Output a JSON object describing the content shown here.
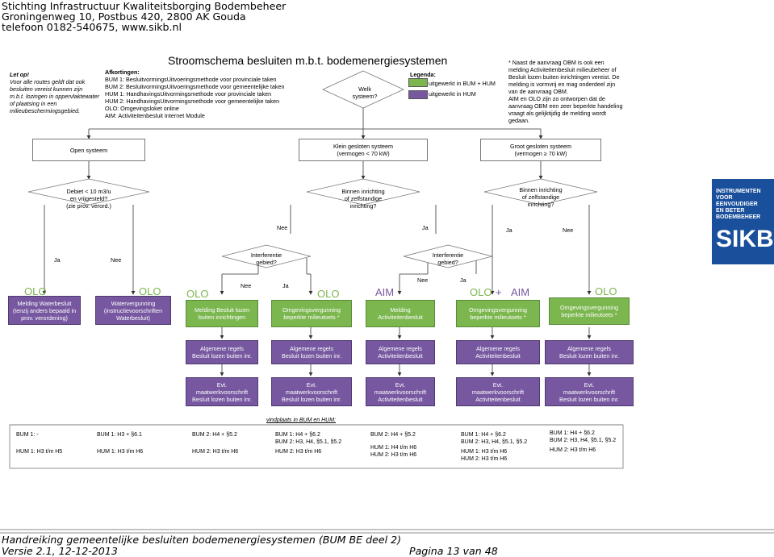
{
  "header": {
    "line1": "Stichting Infrastructuur Kwaliteitsborging Bodembeheer",
    "line2": "Groningenweg 10, Postbus 420, 2800 AK Gouda",
    "line3": "telefoon 0182-540675, www.sikb.nl"
  },
  "title": "Stroomschema besluiten m.b.t. bodemenergiesystemen",
  "note": {
    "head": "Let op!",
    "lines": [
      "Voor alle routes geldt dat ook",
      "besluiten vereist kunnen zijn",
      "m.b.t. lozingen in oppervlaktewater",
      "of plaatsing in een",
      "milieubeschermingsgebied."
    ]
  },
  "abbr": {
    "head": "Afkortingen:",
    "lines": [
      "BUM 1:  BesluitvormingsUitvoeringsmethode voor provinciale taken",
      "BUM 2:  BesluitvormingsUitvoeringsmethode voor gemeentelijke taken",
      "HUM 1:  HandhavingsUitvormingsmethode voor provinciale taken",
      "HUM 2:  HandhavingsUitvormingsmethode voor gemeentelijke taken",
      "OLO:     Omgevingsloket online",
      "AIM:     Activiteitenbesluit Internet Module"
    ]
  },
  "legend": {
    "head": "Legenda:",
    "items": [
      "uitgewerkt in BUM + HUM",
      "uitgewerkt in HUM"
    ],
    "colors": [
      "#7bb64e",
      "#7657a0"
    ]
  },
  "footnote": {
    "lines": [
      "* Naast de aanvraag OBM is ook een",
      "melding Activiteitenbesluit milieubeheer of",
      "Besluit lozen buiten inrichtingen vereist. De",
      "melding is vormvrij en mag onderdeel zijn",
      "van de aanvraag OBM.",
      "AIM en OLO zijn zo ontworpen dat de",
      "aanvraag OBM een zeer beperkte handeling",
      "vraagt als gelijktijdig de melding wordt",
      "gedaan."
    ]
  },
  "logo": {
    "lines": [
      "INSTRUMENTEN",
      "VOOR EENVOUDIGER",
      "EN BETER",
      "BODEMBEHEER"
    ],
    "word": "SIKB"
  },
  "flow": {
    "question": [
      "Welk",
      "systeem?"
    ],
    "open": "Open systeem",
    "klein": [
      "Klein gesloten systeem",
      "(vermogen < 70 kW)"
    ],
    "groot": [
      "Groot gesloten systeem",
      "(vermogen ≥ 70 kW)"
    ],
    "debiet": [
      "Debiet < 10 m3/u",
      "en vrijgesteld?",
      "(zie prov. verord.)"
    ],
    "binnen1": [
      "Binnen inrichting",
      "of zelfstandige",
      "inrichting?"
    ],
    "binnen2": [
      "Binnen inrichting",
      "of zelfstandige",
      "inrichting?"
    ],
    "interf1": [
      "Interferentie",
      "gebied?"
    ],
    "interf2": [
      "Interferentie",
      "gebied?"
    ],
    "ja": "Ja",
    "nee": "Nee",
    "olo": "OLO",
    "aim": "AIM",
    "plus": "+",
    "outcomes": [
      [
        "Melding Waterbesluit",
        "(tenzij anders bepaald in",
        "prov. verordening)"
      ],
      [
        "Watervergunning",
        "(instructievoorschriften",
        "Waterbesluit)"
      ],
      [
        "Melding Besluit lozen",
        "buiten inrichtingen"
      ],
      [
        "Omgevingsvergunning",
        "beperkte milieutoets *"
      ],
      [
        "Melding",
        "Activiteitenbesluit"
      ],
      [
        "Omgevingsvergunning",
        "beperkte milieutoets *"
      ],
      [
        "Omgevingsvergunning",
        "beperkte milieutoets *"
      ]
    ],
    "algemeen": [
      [
        "Algemene regels",
        "Besluit lozen buiten inr."
      ],
      [
        "Algemene regels",
        "Besluit lozen buiten inr."
      ],
      [
        "Algemene regels",
        "Activiteitenbesluit"
      ],
      [
        "Algemene regels",
        "Activiteitenbesluit"
      ],
      [
        "Algemene regels",
        "Besluit lozen buiten inr."
      ]
    ],
    "maatwerk": [
      [
        "Evt.",
        "maatwerkvoorschrift",
        "Besluit lozen buiten inr."
      ],
      [
        "Evt.",
        "maatwerkvoorschrift",
        "Besluit lozen buiten inr."
      ],
      [
        "Evt.",
        "maatwerkvoorschrift",
        "Activiteitenbesluit"
      ],
      [
        "Evt.",
        "maatwerkvoorschrift",
        "Activiteitenbesluit"
      ],
      [
        "Evt.",
        "maatwerkvoorschrift",
        "Besluit lozen buiten inr."
      ]
    ]
  },
  "vindplaats": {
    "head": "vindplaats in BUM en HUM:",
    "bum": [
      "BUM 1: -",
      "BUM 1: H3 + §6.1",
      "BUM 2:  H4 + §5.2",
      "BUM 1: H4 + §6.2",
      "BUM 2:  H4 + §5.2",
      "BUM 1: H4 + §6.2",
      "BUM 1: H4 + §6.2"
    ],
    "bum_b": [
      "",
      "",
      "",
      "BUM 2: H3, H4, §5.1, §5.2",
      "",
      "BUM 2: H3, H4, §5.1, §5.2",
      "BUM 2: H3, H4, §5.1, §5.2"
    ],
    "hum": [
      "HUM 1: H3 t/m H5",
      "HUM 1: H3 t/m H6",
      "HUM 2: H3 t/m H6",
      "HUM 2: H3 t/m H6",
      "HUM 1: H4 t/m H6",
      "HUM 1: H3 t/m H6",
      "HUM 2: H3 t/m H6"
    ],
    "hum_b": [
      "",
      "",
      "",
      "",
      "HUM 2: H3 t/m H6",
      "HUM 2: H3 t/m H6",
      ""
    ]
  },
  "footer": {
    "line1": "Handreiking gemeentelijke besluiten bodemenergiesystemen (BUM BE deel 2)",
    "line2": "Versie 2.1, 12-12-2013",
    "page": "Pagina 13 van 48"
  }
}
